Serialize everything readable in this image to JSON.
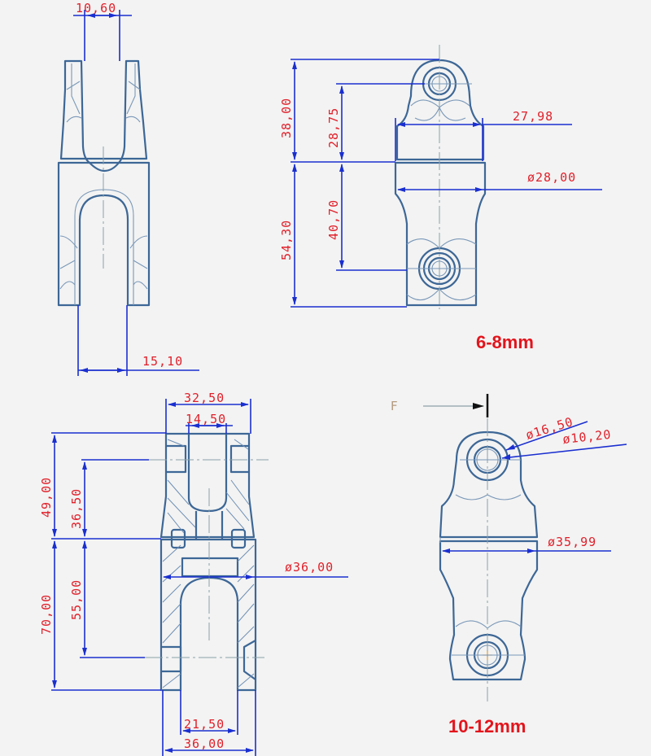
{
  "colors": {
    "background": "#f3f3f3",
    "part_outline": "#3d6796",
    "dimension_line": "#1a2fd0",
    "dimension_text": "#e0202a",
    "size_label": "#e3141c"
  },
  "views": {
    "top_left_side": {
      "dims": {
        "top_width": "10,60",
        "bottom_width": "15,10"
      }
    },
    "top_right_front": {
      "dims": {
        "upper_total": "38,00",
        "upper_hole": "28,75",
        "lower_total": "54,30",
        "lower_hole": "40,70",
        "width_upper": "27,98",
        "dia_mid": "ø28,00"
      },
      "size_label": "6-8mm"
    },
    "bottom_left_section": {
      "dims": {
        "top_outer": "32,50",
        "top_inner": "14,50",
        "upper_total": "49,00",
        "upper_hole": "36,50",
        "lower_total": "70,00",
        "lower_hole": "55,00",
        "dia_mid": "ø36,00",
        "bottom_inner": "21,50",
        "bottom_outer": "36,00"
      }
    },
    "bottom_right_front": {
      "section_marker": "F",
      "dims": {
        "dia_outer_eye": "ø16,50",
        "dia_inner_eye": "ø10,20",
        "dia_mid": "ø35,99"
      },
      "size_label": "10-12mm"
    }
  }
}
